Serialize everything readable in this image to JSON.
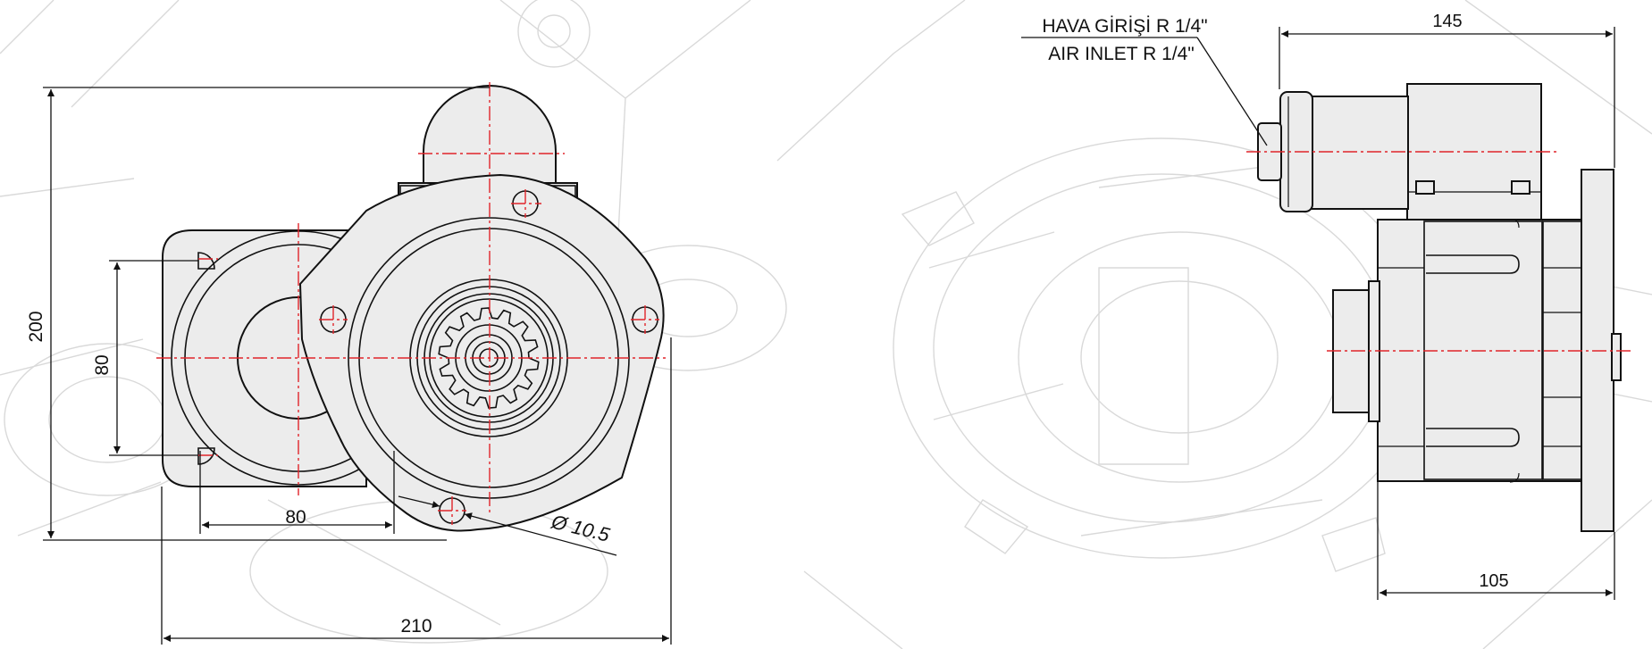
{
  "labels": {
    "front_height": "200",
    "front_inner_height": "80",
    "front_inner_width": "80",
    "front_width": "210",
    "hole_diameter": "Ø 10.5",
    "air_inlet_tr": "HAVA GİRİŞİ R 1/4\"",
    "air_inlet_en": "AIR INLET R 1/4\"",
    "side_length": "145",
    "side_flange_length": "105"
  },
  "colors": {
    "centerline": "#e0242a",
    "outline": "#111111",
    "fill": "#ececec",
    "background_art": "#d9d9d9"
  }
}
